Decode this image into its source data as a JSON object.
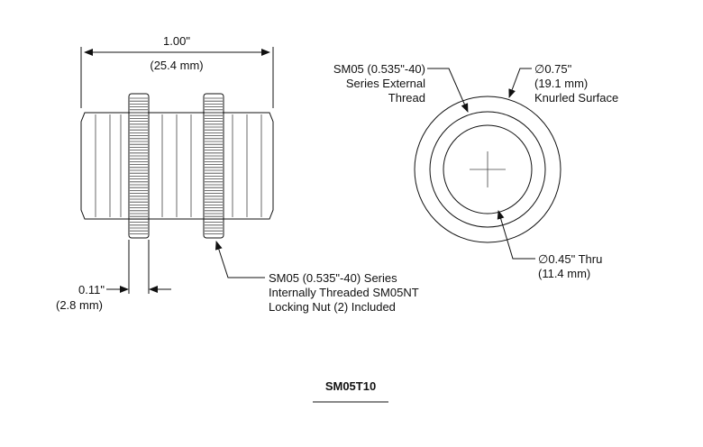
{
  "dimensions": {
    "length_in": "1.00\"",
    "length_mm": "(25.4 mm)",
    "nut_in": "0.11\"",
    "nut_mm": "(2.8 mm)"
  },
  "callouts": {
    "external_thread": [
      "SM05 (0.535\"-40)",
      "Series External",
      "Thread"
    ],
    "outer_diameter": [
      "∅0.75\"",
      "(19.1 mm)",
      "Knurled Surface"
    ],
    "inner_diameter": [
      "∅0.45\" Thru",
      "(11.4 mm)"
    ],
    "locking_nut": [
      "SM05 (0.535\"-40) Series",
      "Internally Threaded SM05NT",
      "Locking Nut (2) Included"
    ]
  },
  "part_number": "SM05T10"
}
